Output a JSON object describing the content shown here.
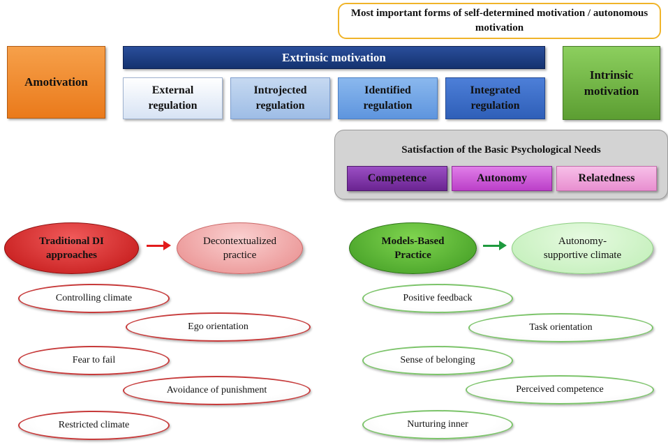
{
  "top_callout": "Most important forms of self-determined motivation / autonomous motivation",
  "amotivation": "Amotivation",
  "extrinsic": {
    "title": "Extrinsic motivation",
    "regulations": [
      "External regulation",
      "Introjected regulation",
      "Identified regulation",
      "Integrated regulation"
    ]
  },
  "intrinsic": "Intrinsic motivation",
  "needs": {
    "title": "Satisfaction of the Basic Psychological Needs",
    "items": [
      "Competence",
      "Autonomy",
      "Relatedness"
    ]
  },
  "left_path": {
    "source": "Traditional DI approaches",
    "target": "Decontextualized practice",
    "outcomes": [
      "Controlling climate",
      "Ego orientation",
      "Fear to fail",
      "Avoidance of punishment",
      "Restricted climate"
    ]
  },
  "right_path": {
    "source": "Models-Based Practice",
    "target": "Autonomy-supportive climate",
    "outcomes": [
      "Positive feedback",
      "Task orientation",
      "Sense of belonging",
      "Perceived competence",
      "Nurturing inner"
    ]
  },
  "colors": {
    "amotivation": "#ea7a1b",
    "extrinsic_banner": "#1f3f86",
    "intrinsic": "#6cae3e",
    "competence": "#7a2fa3",
    "autonomy": "#c94fd6",
    "relatedness": "#f0a8dc",
    "traditional": "#d42020",
    "models_based": "#4faa2c",
    "callout_border": "#f0b429"
  }
}
